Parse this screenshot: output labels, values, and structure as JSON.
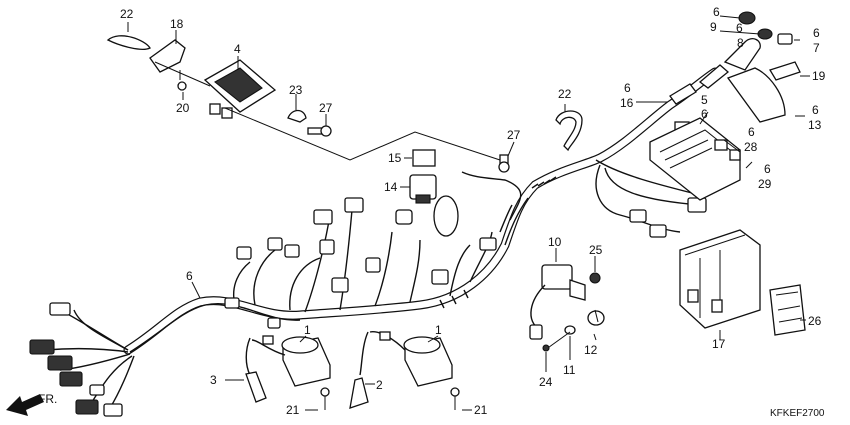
{
  "diagram": {
    "code": "KFKEF2700",
    "front_arrow_label": "FR.",
    "callouts": [
      {
        "id": "c22a",
        "text": "22"
      },
      {
        "id": "c18",
        "text": "18"
      },
      {
        "id": "c4",
        "text": "4"
      },
      {
        "id": "c20",
        "text": "20"
      },
      {
        "id": "c23",
        "text": "23"
      },
      {
        "id": "c27a",
        "text": "27"
      },
      {
        "id": "c22b",
        "text": "22"
      },
      {
        "id": "c27b",
        "text": "27"
      },
      {
        "id": "c15",
        "text": "15"
      },
      {
        "id": "c14",
        "text": "14"
      },
      {
        "id": "c6a",
        "text": "6"
      },
      {
        "id": "c9",
        "text": "9"
      },
      {
        "id": "c6b",
        "text": "6"
      },
      {
        "id": "c8",
        "text": "8"
      },
      {
        "id": "c6c",
        "text": "6"
      },
      {
        "id": "c7",
        "text": "7"
      },
      {
        "id": "c19",
        "text": "19"
      },
      {
        "id": "c6d",
        "text": "6"
      },
      {
        "id": "c16",
        "text": "16"
      },
      {
        "id": "c5",
        "text": "5"
      },
      {
        "id": "c6e",
        "text": "6"
      },
      {
        "id": "c6f",
        "text": "6"
      },
      {
        "id": "c13",
        "text": "13"
      },
      {
        "id": "c6g",
        "text": "6"
      },
      {
        "id": "c28",
        "text": "28"
      },
      {
        "id": "c6h",
        "text": "6"
      },
      {
        "id": "c29",
        "text": "29"
      },
      {
        "id": "c10",
        "text": "10"
      },
      {
        "id": "c25",
        "text": "25"
      },
      {
        "id": "c6i",
        "text": "6"
      },
      {
        "id": "c26",
        "text": "26"
      },
      {
        "id": "c17",
        "text": "17"
      },
      {
        "id": "c12",
        "text": "12"
      },
      {
        "id": "c11",
        "text": "11"
      },
      {
        "id": "c24",
        "text": "24"
      },
      {
        "id": "c1a",
        "text": "1"
      },
      {
        "id": "c1b",
        "text": "1"
      },
      {
        "id": "c3",
        "text": "3"
      },
      {
        "id": "c2",
        "text": "2"
      },
      {
        "id": "c21a",
        "text": "21"
      },
      {
        "id": "c21b",
        "text": "21"
      }
    ]
  }
}
